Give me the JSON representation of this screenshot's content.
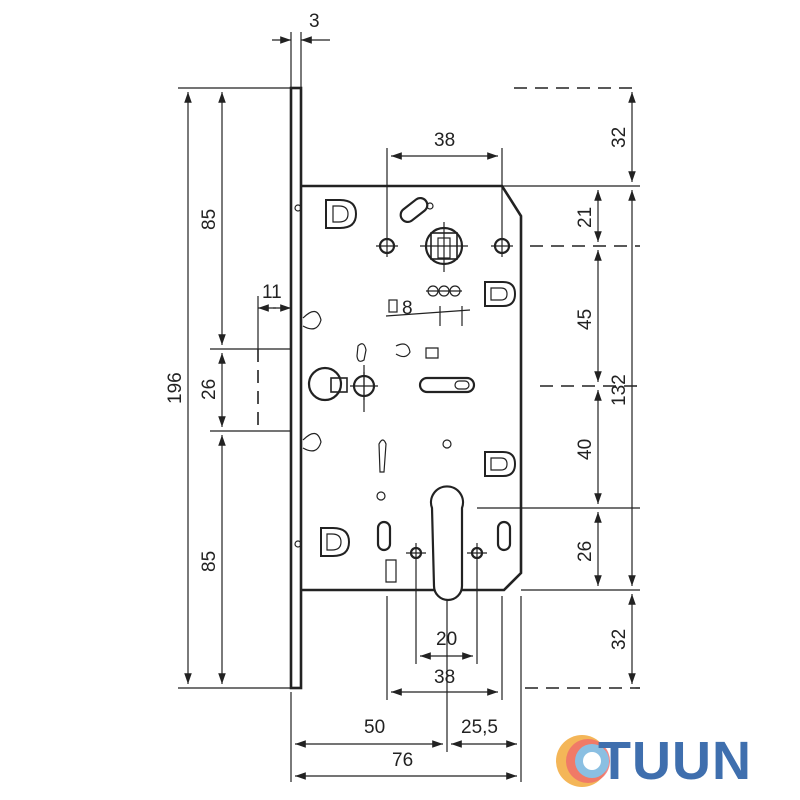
{
  "diagram": {
    "dims": {
      "plate_thickness": "3",
      "top_half_height": "85",
      "bottom_half_height": "85",
      "total_height": "196",
      "latch_height": "26",
      "latch_projection": "11",
      "screw_spacing_top": "38",
      "screw_spacing_bottom": "38",
      "cylinder_width": "20",
      "backset": "50",
      "body_depth_remainder": "25,5",
      "total_depth": "76",
      "top_offset": "32",
      "bottom_offset": "32",
      "case_height": "132",
      "seg_21": "21",
      "seg_45": "45",
      "seg_40": "40",
      "seg_26": "26",
      "small_8": "8"
    }
  },
  "logo": {
    "text": "TUUN",
    "colors": [
      "#f2a93b",
      "#ef6b6b",
      "#7ec6ef",
      "#3f6fae"
    ]
  }
}
